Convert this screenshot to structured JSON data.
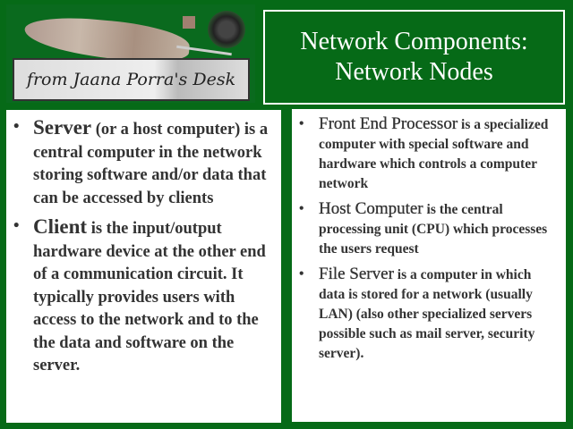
{
  "logo": {
    "text": "from Jaana Porra's Desk"
  },
  "title": {
    "line1": "Network Components:",
    "line2": "Network Nodes"
  },
  "left": {
    "items": [
      {
        "term": "Server",
        "desc": " (or a host computer) is a central computer in the network storing software and/or data that can be accessed by clients"
      },
      {
        "term": "Client",
        "desc": " is the input/output hardware device at the other end of a communication circuit. It typically provides users with access to the network and to the the data and software on the server."
      }
    ]
  },
  "right": {
    "items": [
      {
        "term": "Front End Processor",
        "desc": " is a specialized computer with special software and hardware which controls a computer network"
      },
      {
        "term": "Host Computer",
        "desc": " is the central processing unit (CPU) which processes the users request"
      },
      {
        "term": "File Server",
        "desc": " is a computer in which data is stored for a network (usually LAN) (also other specialized servers possible such as mail server, security server)."
      }
    ]
  },
  "bullet": "•"
}
